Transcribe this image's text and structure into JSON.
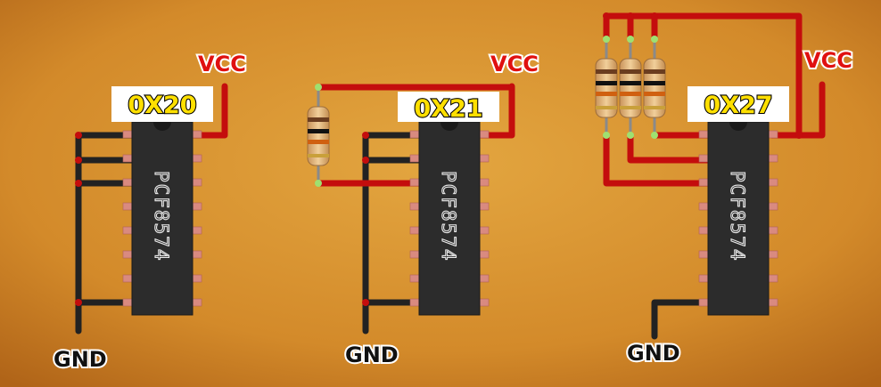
{
  "modules": [
    {
      "address": "0X20",
      "chip": "PCF8574",
      "vcc": "VCC",
      "gnd": "GND"
    },
    {
      "address": "0X21",
      "chip": "PCF8574",
      "vcc": "VCC",
      "gnd": "GND"
    },
    {
      "address": "0X27",
      "chip": "PCF8574",
      "vcc": "VCC",
      "gnd": "GND"
    }
  ],
  "colors": {
    "background_center": "#e0a03a",
    "background_edge": "#b56a18",
    "wire_vcc": "#c40d0d",
    "wire_gnd": "#222222",
    "chip_body": "#2c2c2c",
    "address_text": "#ffe000"
  }
}
